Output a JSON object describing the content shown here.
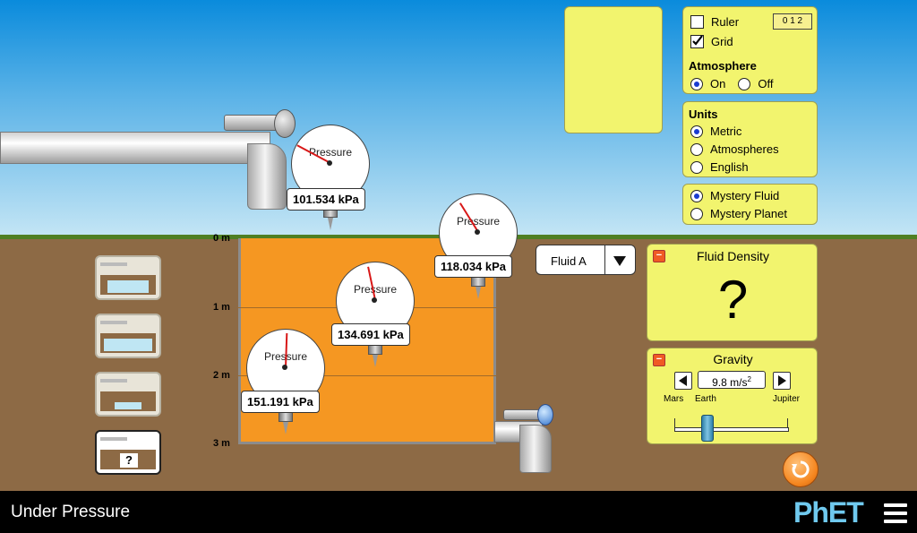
{
  "app": {
    "title": "Under Pressure",
    "brand": "PhET"
  },
  "depth_labels": [
    "0 m",
    "1 m",
    "2 m",
    "3 m"
  ],
  "gauges": [
    {
      "label": "Pressure",
      "reading": "101.534 kPa"
    },
    {
      "label": "Pressure",
      "reading": "118.034 kPa"
    },
    {
      "label": "Pressure",
      "reading": "134.691 kPa"
    },
    {
      "label": "Pressure",
      "reading": "151.191 kPa"
    }
  ],
  "scenes": {
    "mystery_mark": "?"
  },
  "tools": {
    "ruler_label": "Ruler",
    "ruler_checked": false,
    "ruler_icon_ticks": "0 1 2",
    "grid_label": "Grid",
    "grid_checked": true
  },
  "atmosphere": {
    "title": "Atmosphere",
    "on_label": "On",
    "off_label": "Off",
    "selected": "On"
  },
  "units": {
    "title": "Units",
    "options": [
      "Metric",
      "Atmospheres",
      "English"
    ],
    "selected": "Metric"
  },
  "mystery": {
    "options": [
      "Mystery Fluid",
      "Mystery Planet"
    ],
    "selected": "Mystery Fluid"
  },
  "fluid_dropdown": {
    "value": "Fluid A"
  },
  "fluid_density": {
    "title": "Fluid Density",
    "value": "?"
  },
  "gravity": {
    "title": "Gravity",
    "value": "9.8 m/s",
    "unit_superscript": "2",
    "slider_labels": {
      "min": "Mars",
      "mid": "Earth",
      "max": "Jupiter"
    }
  },
  "colors": {
    "fluid": "#f59722",
    "panel": "#f2f46e",
    "sky": "#5ab2e7",
    "ground": "#8d6a45"
  }
}
